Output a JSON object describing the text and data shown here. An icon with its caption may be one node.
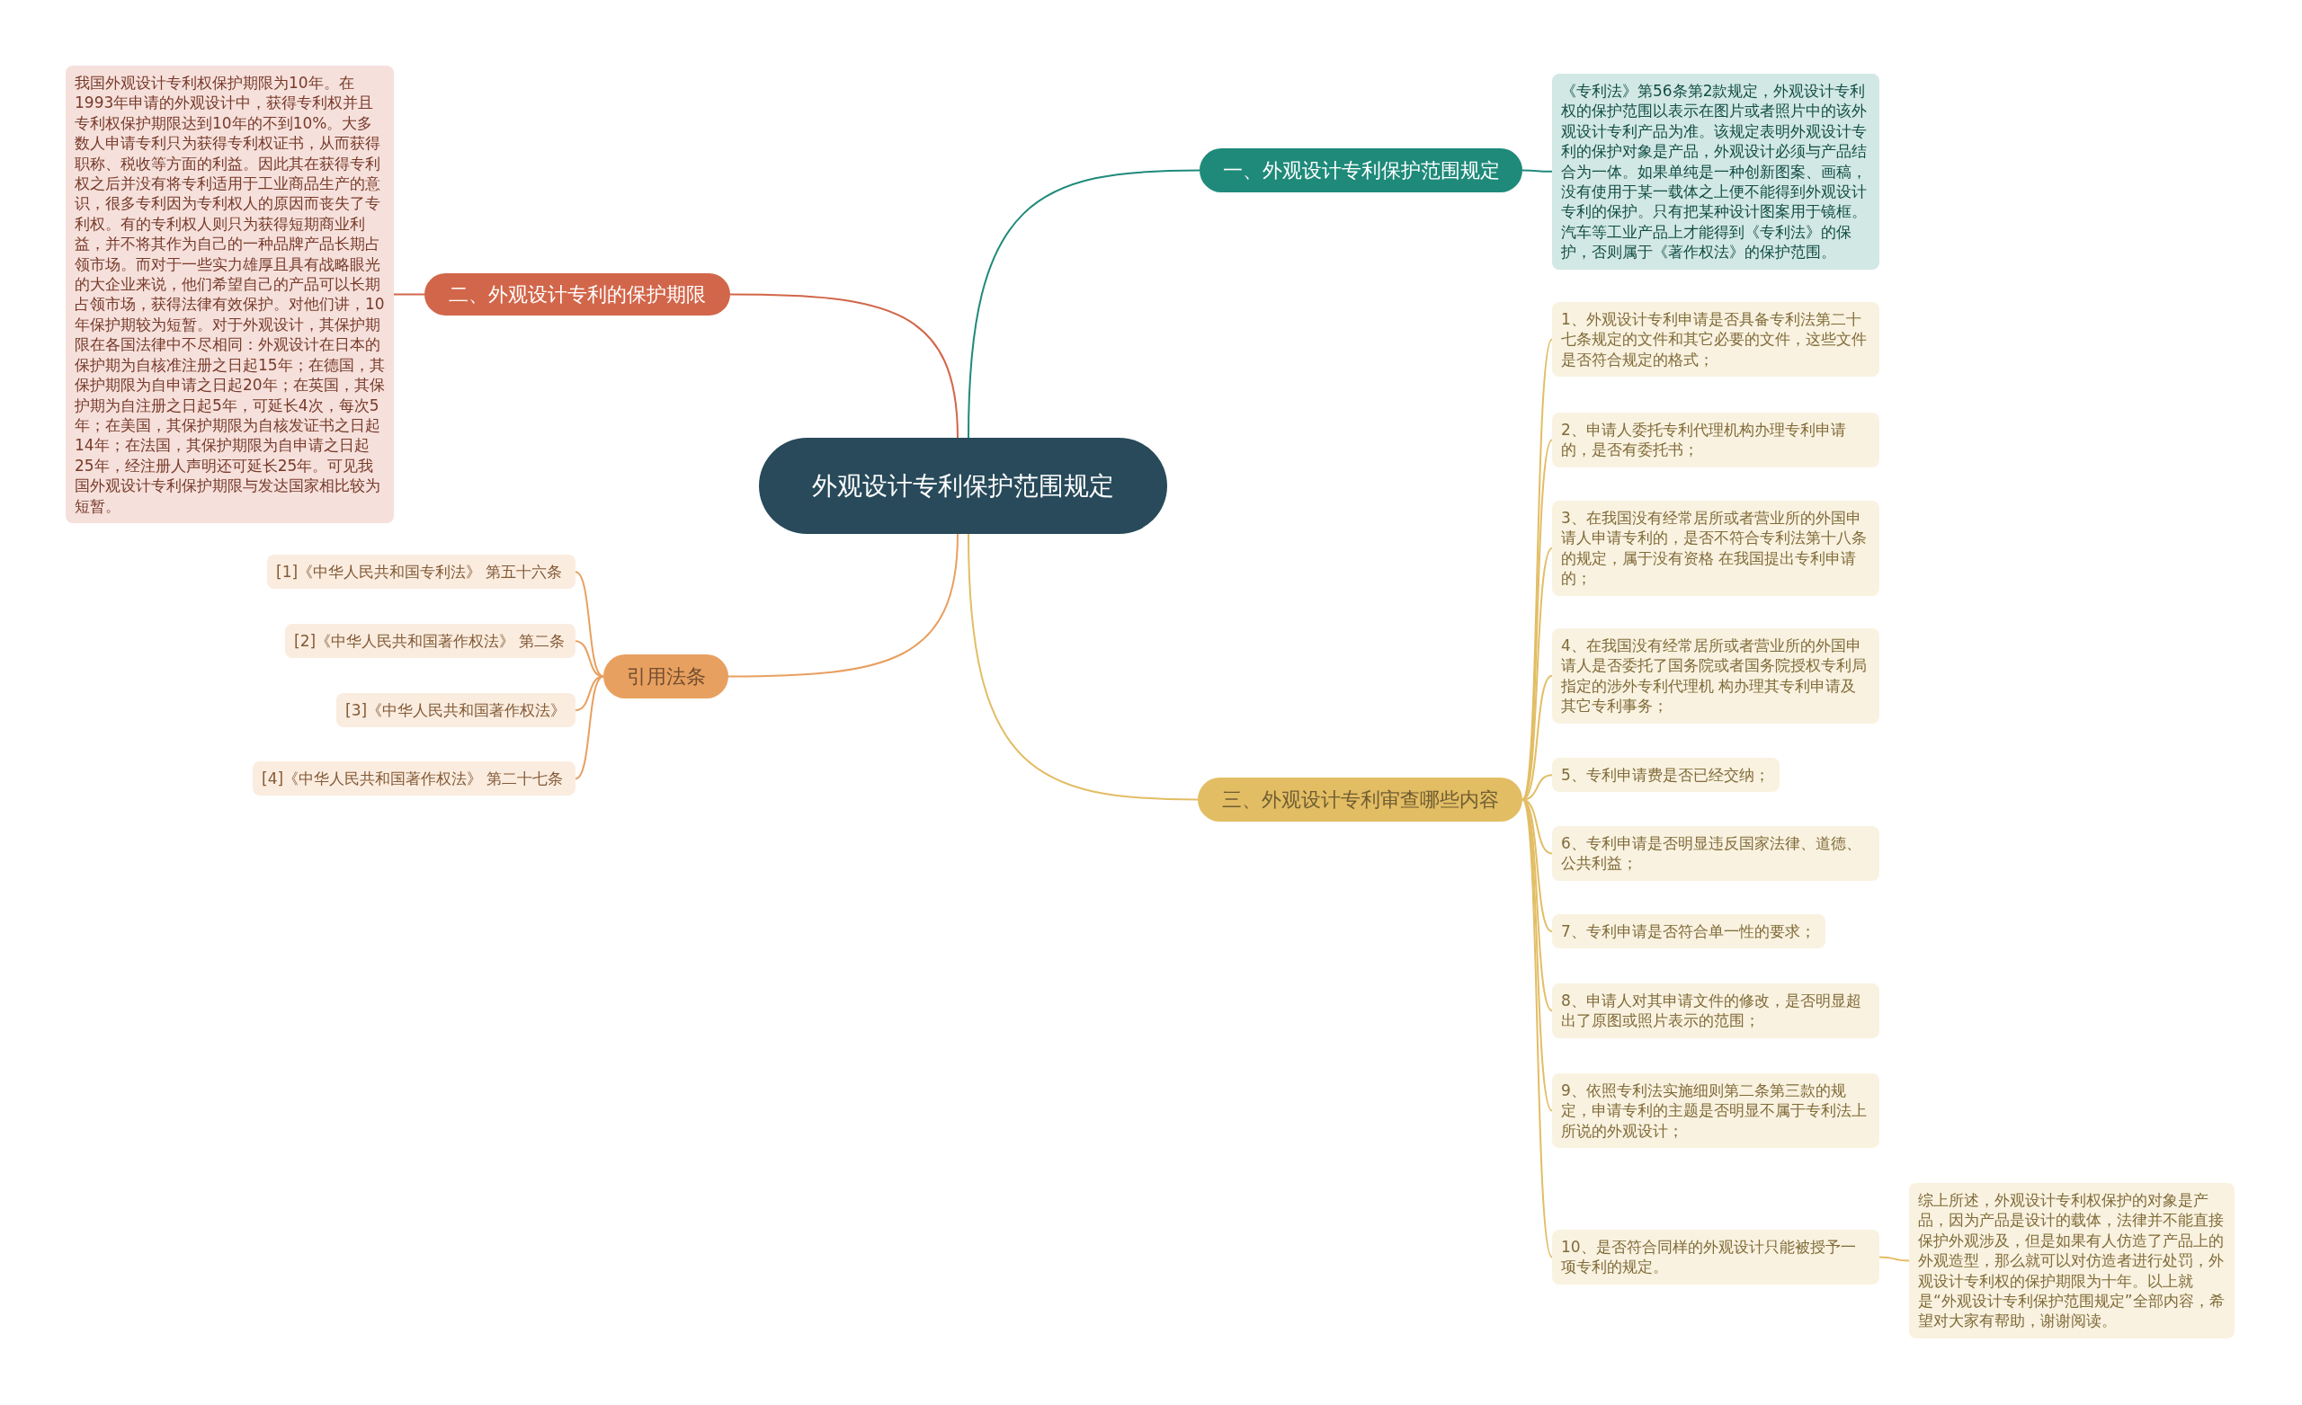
{
  "diagram": {
    "nodes": [
      {
        "text": [
          "外观设计专利保护范围规定"
        ]
      },
      {
        "text": [
          "一、外观设计专利保护范围规定"
        ]
      },
      {
        "text": [
          "《专利法》第56条第2款规定，外观设计专利权的保护范围以表示在图片或者照片中的该外观设计专利产品为准。该规定表明外观设计专利的保护对象是产品，外观设计必须与产品结合为一体。如果单纯是一种创新图案、画稿，没有使用于某一载体之上便不能得到外观设计专利的保护。只有把某种设计图案用于镜框。汽车等工业产品上才能得到《专利法》的保护，否则属于《著作权法》的保护范围。"
        ]
      },
      {
        "text": [
          "二、外观设计专利的保护期限"
        ]
      },
      {
        "text": [
          "我国外观设计专利权保护期限为10年。在1993年申请的外观设计中，获得专利权并且专利权保护期限达到10年的不到10%。大多数人申请专利只为获得专利权证书，从而获得职称、税收等方面的利益。因此其在获得专利权之后并没有将专利适用于工业商品生产的意识，很多专利因为专利权人的原因而丧失了专利权。有的专利权人则只为获得短期商业利益，并不将其作为自己的一种品牌产品长期占领市场。而对于一些实力雄厚且具有战略眼光的大企业来说，他们希望自己的产品可以长期占领市场，获得法律有效保护。对他们讲，10年保护期较为短暂。对于外观设计，其保护期限在各国法律中不尽相同：外观设计在日本的保护期为自核准注册之日起15年；在德国，其保护期限为自申请之日起20年；在英国，其保护期为自注册之日起5年，可延长4次，每次5年；在美国，其保护期限为自核发证书之日起14年；在法国，其保护期限为自申请之日起25年，经注册人声明还可延长25年。可见我国外观设计专利保护期限与发达国家相比较为短暂。"
        ]
      },
      {
        "text": [
          "引用法条"
        ]
      },
      {
        "text": [
          "[1]《中华人民共和国专利法》 第五十六条"
        ]
      },
      {
        "text": [
          "[2]《中华人民共和国著作权法》 第二条"
        ]
      },
      {
        "text": [
          "[3]《中华人民共和国著作权法》"
        ]
      },
      {
        "text": [
          "[4]《中华人民共和国著作权法》 第二十七条"
        ]
      },
      {
        "text": [
          "三、外观设计专利审查哪些内容"
        ]
      },
      {
        "text": [
          "1、外观设计专利申请是否具备专利法第二十七条规定的文件和其它必要的文件，这些文件是否符合规定的格式；"
        ]
      },
      {
        "text": [
          "2、申请人委托专利代理机构办理专利申请的，是否有委托书；"
        ]
      },
      {
        "text": [
          "3、在我国没有经常居所或者营业所的外国申请人申请专利的，是否不符合专利法第十八条的规定，属于没有资格 在我国提出专利申请的；"
        ]
      },
      {
        "text": [
          "4、在我国没有经常居所或者营业所的外国申请人是否委托了国务院或者国务院授权专利局指定的涉外专利代理机 构办理其专利申请及其它专利事务；"
        ]
      },
      {
        "text": [
          "5、专利申请费是否已经交纳；"
        ]
      },
      {
        "text": [
          "6、专利申请是否明显违反国家法律、道德、公共利益；"
        ]
      },
      {
        "text": [
          "7、专利申请是否符合单一性的要求；"
        ]
      },
      {
        "text": [
          "8、申请人对其申请文件的修改，是否明显超出了原图或照片表示的范围；"
        ]
      },
      {
        "text": [
          "9、依照专利法实施细则第二条第三款的规定，申请专利的主题是否明显不属于专利法上所说的外观设计；"
        ]
      },
      {
        "text": [
          "10、是否符合同样的外观设计只能被授予一项专利的规定。"
        ]
      },
      {
        "text": [
          "综上所述，外观设计专利权保护的对象是产品，因为产品是设计的载体，法律并不能直接保护外观涉及，但是如果有人仿造了产品上的外观造型，那么就可以对仿造者进行处罚，外观设计专利权的保护期限为十年。以上就是“外观设计专利保护范围规定”全部内容，希望对大家有帮助，谢谢阅读。"
        ]
      }
    ],
    "edges": [
      {
        "from": 0,
        "to": 1,
        "arrow": "none",
        "color": "#1f8a7a"
      },
      {
        "from": 1,
        "to": 2,
        "arrow": "none",
        "color": "#1f8a7a"
      },
      {
        "from": 0,
        "to": 3,
        "arrow": "none",
        "color": "#d2664a"
      },
      {
        "from": 3,
        "to": 4,
        "arrow": "none",
        "color": "#d2664a"
      },
      {
        "from": 0,
        "to": 5,
        "arrow": "none",
        "color": "#e8a060"
      },
      {
        "from": 5,
        "to": 6,
        "arrow": "none",
        "color": "#e8a060"
      },
      {
        "from": 5,
        "to": 7,
        "arrow": "none",
        "color": "#e8a060"
      },
      {
        "from": 5,
        "to": 8,
        "arrow": "none",
        "color": "#e8a060"
      },
      {
        "from": 5,
        "to": 9,
        "arrow": "none",
        "color": "#e8a060"
      },
      {
        "from": 0,
        "to": 10,
        "arrow": "none",
        "color": "#e2bd64"
      },
      {
        "from": 10,
        "to": 11,
        "arrow": "none",
        "color": "#e2bd64"
      },
      {
        "from": 10,
        "to": 12,
        "arrow": "none",
        "color": "#e2bd64"
      },
      {
        "from": 10,
        "to": 13,
        "arrow": "none",
        "color": "#e2bd64"
      },
      {
        "from": 10,
        "to": 14,
        "arrow": "none",
        "color": "#e2bd64"
      },
      {
        "from": 10,
        "to": 15,
        "arrow": "none",
        "color": "#e2bd64"
      },
      {
        "from": 10,
        "to": 16,
        "arrow": "none",
        "color": "#e2bd64"
      },
      {
        "from": 10,
        "to": 17,
        "arrow": "none",
        "color": "#e2bd64"
      },
      {
        "from": 10,
        "to": 18,
        "arrow": "none",
        "color": "#e2bd64"
      },
      {
        "from": 10,
        "to": 19,
        "arrow": "none",
        "color": "#e2bd64"
      },
      {
        "from": 10,
        "to": 20,
        "arrow": "none",
        "color": "#e2bd64"
      },
      {
        "from": 20,
        "to": 21,
        "arrow": "none",
        "color": "#e2bd64"
      }
    ]
  }
}
